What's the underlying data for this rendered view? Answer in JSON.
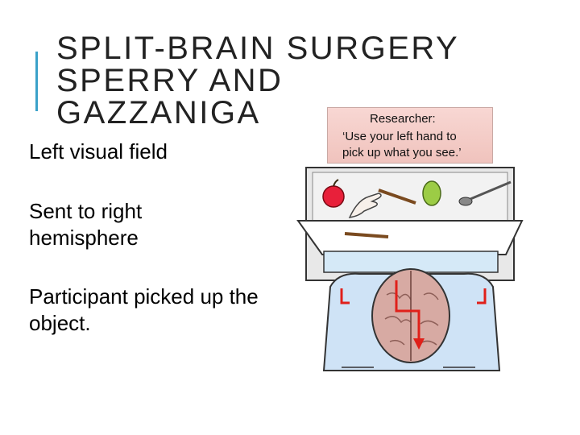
{
  "title": {
    "line1": "SPLIT-BRAIN SURGERY",
    "line2": "SPERRY AND",
    "line3": "GAZZANIGA"
  },
  "body": {
    "p1": "Left visual field",
    "p2": "Sent to right hemisphere",
    "p3": "Participant picked up the object."
  },
  "callout": {
    "line1": "Researcher:",
    "line2": "‘Use your left hand to",
    "line3": "pick up what you see.’"
  },
  "colors": {
    "accent": "#3aa1c9",
    "callout_bg": "#f3cbc6",
    "arrow": "#e0201a"
  }
}
